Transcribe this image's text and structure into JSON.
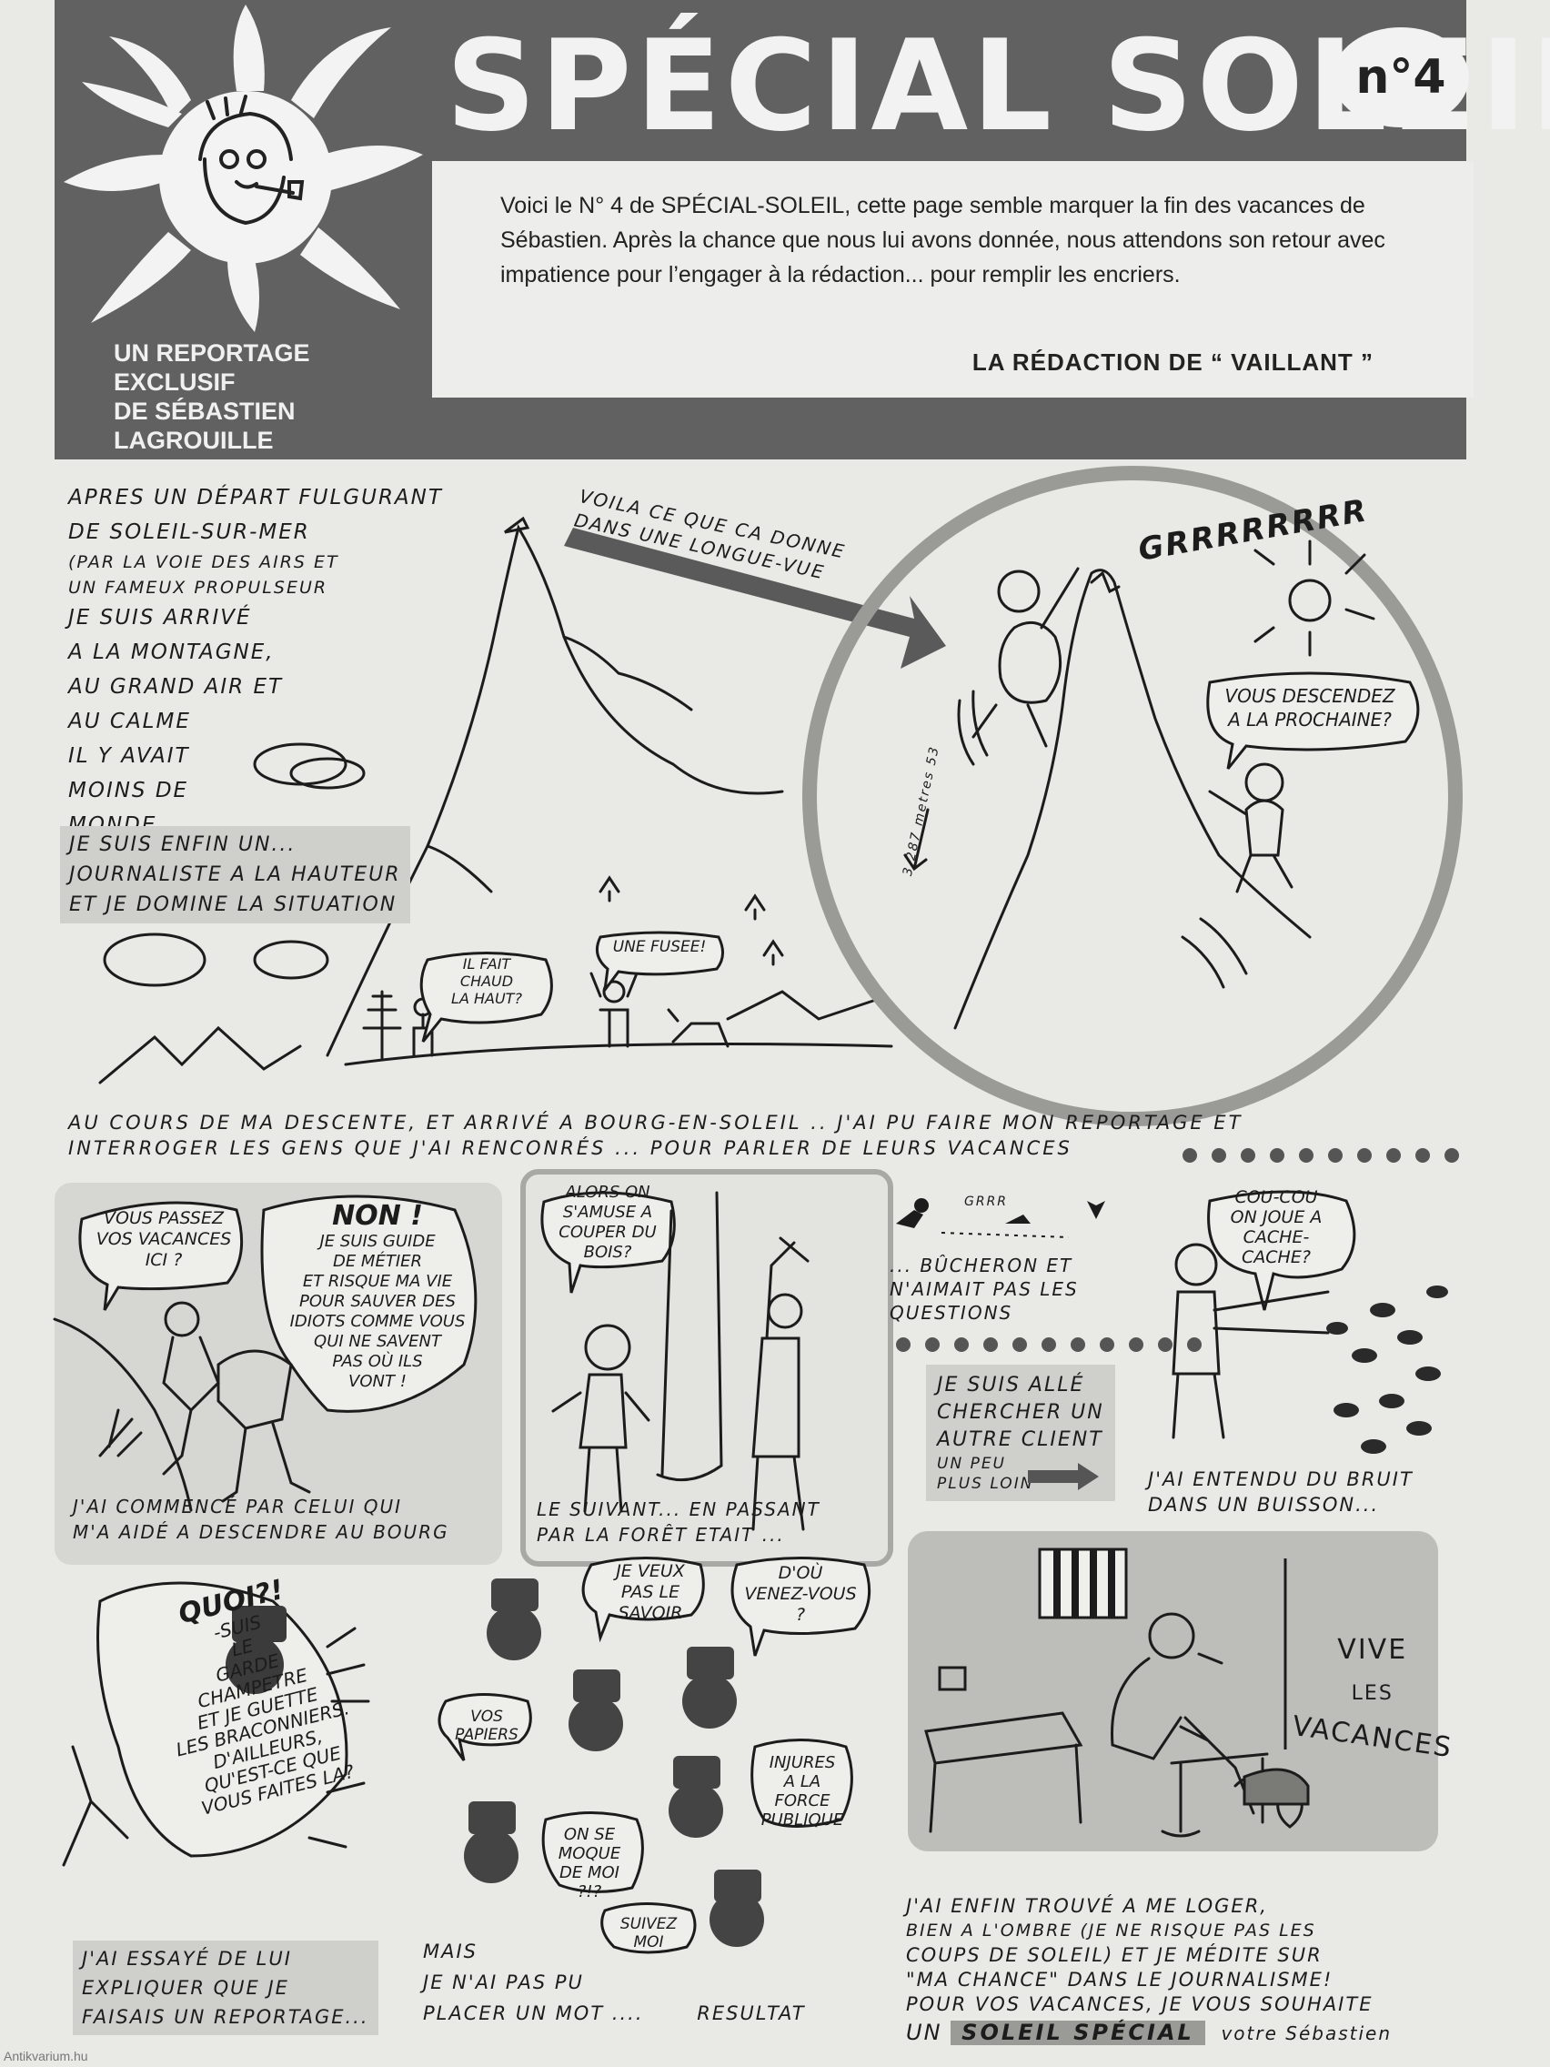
{
  "header": {
    "title": "SPÉCIAL SOLEIL",
    "issue": "n°4",
    "byline": [
      "UN REPORTAGE",
      "EXCLUSIF",
      "DE SÉBASTIEN",
      "LAGROUILLE"
    ],
    "intro": "Voici le N° 4 de SPÉCIAL-SOLEIL, cette page semble marquer la fin des vacances de Sébastien. Après la chance que nous lui avons donnée, nous attendons son retour avec impatience pour l’engager à la rédaction... pour remplir les encriers.",
    "signature": "LA RÉDACTION DE “ VAILLANT ”"
  },
  "strip1": {
    "narration": [
      "APRES UN DÉPART FULGURANT",
      "DE SOLEIL-SUR-MER",
      "(PAR LA VOIE DES AIRS ET",
      "UN FAMEUX PROPULSEUR",
      "JE SUIS ARRIVÉ",
      "A LA MONTAGNE,",
      "AU GRAND AIR ET",
      "AU CALME",
      "IL Y AVAIT",
      "MOINS DE",
      "MONDE."
    ],
    "journalist": [
      "JE SUIS ENFIN UN...",
      "JOURNALISTE A LA HAUTEUR",
      "ET JE DOMINE LA SITUATION"
    ],
    "telescope": [
      "VOILA CE QUE CA DONNE",
      "DANS UNE LONGUE-VUE"
    ],
    "growl": "GRRRRrrrr",
    "climber_bubble": [
      "VOUS DESCENDEZ",
      "A LA PROCHAINE?"
    ],
    "altitude": "3.287 metres 53",
    "bubble_hot": [
      "IL FAIT",
      "CHAUD",
      "LA HAUT?"
    ],
    "bubble_rocket": "UNE FUSEE!",
    "caption": [
      "AU COURS DE MA DESCENTE, ET ARRIVÉ A BOURG-EN-SOLEIL .. J'AI PU FAIRE MON REPORTAGE ET",
      "INTERROGER LES GENS QUE J'AI RENCONRÉS ... POUR PARLER DE LEURS VACANCES"
    ]
  },
  "strip2": {
    "p1_bubble_q": [
      "VOUS PASSEZ",
      "VOS VACANCES",
      "ICI ?"
    ],
    "p1_bubble_a": [
      "NON !",
      "JE SUIS GUIDE",
      "DE MÉTIER",
      "ET RISQUE MA VIE",
      "POUR SAUVER DES",
      "IDIOTS COMME VOUS",
      "QUI NE SAVENT",
      "PAS OÙ ILS",
      "VONT !"
    ],
    "p1_caption": [
      "J'AI COMMENCÉ PAR CELUI QUI",
      "M'A AIDÉ A DESCENDRE AU BOURG"
    ],
    "p2_bubble": [
      "ALORS ON",
      "S'AMUSE A",
      "COUPER DU",
      "BOIS?"
    ],
    "p2_caption": [
      "LE SUIVANT... EN PASSANT",
      "PAR LA FORÊT ETAIT ..."
    ],
    "p3_growl": "GRRR",
    "p3_text": [
      "... BÛCHERON ET",
      "N'AIMAIT PAS LES",
      "QUESTIONS"
    ],
    "p3_box": [
      "JE SUIS ALLÉ",
      "CHERCHER UN",
      "AUTRE CLIENT",
      "UN PEU",
      "PLUS LOIN"
    ],
    "p4_bubble": [
      "COU-COU",
      "ON JOUE A",
      "CACHE-",
      "CACHE?"
    ],
    "p4_caption": [
      "J'AI ENTENDU DU BRUIT",
      "DANS UN BUISSON..."
    ]
  },
  "strip3": {
    "p1_bubble": [
      "QUOI?!",
      "-SUIS",
      "LE",
      "GARDE",
      "CHAMPETRE",
      "ET JE GUETTE",
      "LES BRACONNIERS.",
      "D'AILLEURS,",
      "QU'EST-CE QUE",
      "VOUS FAITES LA?"
    ],
    "p1_caption": [
      "J'AI ESSAYÉ DE LUI",
      "EXPLIQUER QUE JE",
      "FAISAIS UN REPORTAGE..."
    ],
    "b_savoir": [
      "JE VEUX",
      "PAS LE",
      "SAVOIR"
    ],
    "b_venez": [
      "D'OÙ",
      "VENEZ-VOUS",
      "?"
    ],
    "b_papiers": [
      "VOS",
      "PAPIERS"
    ],
    "b_injures": [
      "INJURES",
      "A LA",
      "FORCE",
      "PUBLIQUE"
    ],
    "b_moque": [
      "ON SE",
      "MOQUE",
      "DE MOI",
      "?!?"
    ],
    "b_suivez": [
      "SUIVEZ",
      "MOI"
    ],
    "p2_caption": [
      "MAIS",
      "JE N'AI PAS PU",
      "PLACER UN MOT ....",
      "RESULTAT"
    ],
    "vive": [
      "VIVE",
      "LES",
      "VACANCES"
    ],
    "final": [
      "J'AI ENFIN TROUVÉ A ME LOGER,",
      "BIEN A L'OMBRE (JE NE RISQUE PAS LES",
      "COUPS DE SOLEIL) ET JE MÉDITE SUR",
      "\"MA CHANCE\" DANS LE JOURNALISME!",
      "POUR VOS VACANCES, JE VOUS SOUHAITE"
    ],
    "final_un": "UN",
    "final_soleil": "SOLEIL SPÉCIAL",
    "final_sign": "votre Sébastien"
  },
  "footer": "Antikvarium.hu"
}
